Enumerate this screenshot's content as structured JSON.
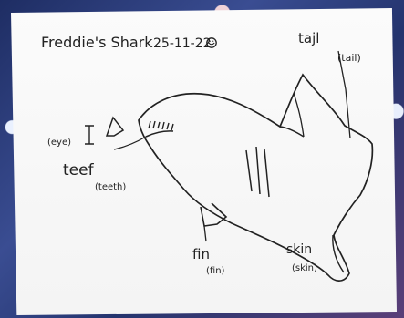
{
  "drawing": {
    "title": "Freddie's Shark",
    "date": "25-11-22",
    "labels": {
      "tail_written": "tajl",
      "tail_annotation": "(tail)",
      "eye_annotation": "(eye)",
      "teeth_written": "teef",
      "teeth_annotation": "(teeth)",
      "fin_written": "fin",
      "fin_annotation": "(fin)",
      "skin_written": "skin",
      "skin_annotation": "(skin)"
    }
  }
}
